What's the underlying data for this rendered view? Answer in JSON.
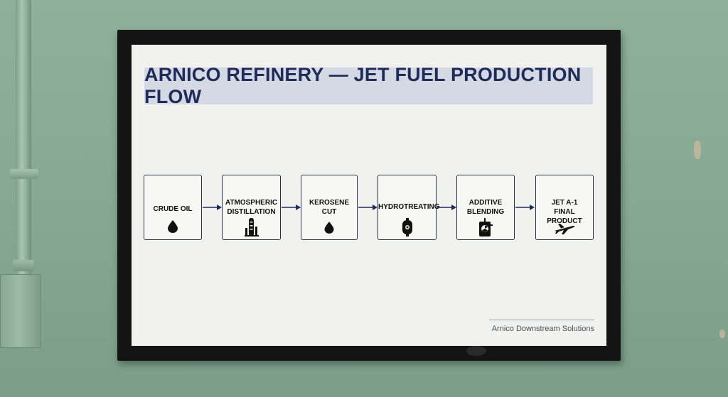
{
  "poster": {
    "title": "ARNICO REFINERY — JET FUEL PRODUCTION FLOW",
    "footer": "Arnico Downstream Solutions",
    "colors": {
      "title_band": "#d4d9e4",
      "title_text": "#1f2b59",
      "arrow": "#1f2b59",
      "wall": "#8fb09a",
      "frame": "#141414"
    },
    "stages": [
      {
        "label": "CRUDE OIL",
        "icon": "oil-drop-icon"
      },
      {
        "label": "ATMOSPHERIC\nDISTILLATION",
        "icon": "distillation-column-icon"
      },
      {
        "label": "KEROSENE\nCUT",
        "icon": "oil-drop-icon"
      },
      {
        "label": "HYDROTREATING",
        "icon": "reactor-vessel-icon"
      },
      {
        "label": "ADDITIVE\nBLENDING",
        "icon": "blending-tank-icon"
      },
      {
        "label": "JET A-1\nFINAL PRODUCT",
        "icon": "airplane-icon"
      }
    ]
  }
}
